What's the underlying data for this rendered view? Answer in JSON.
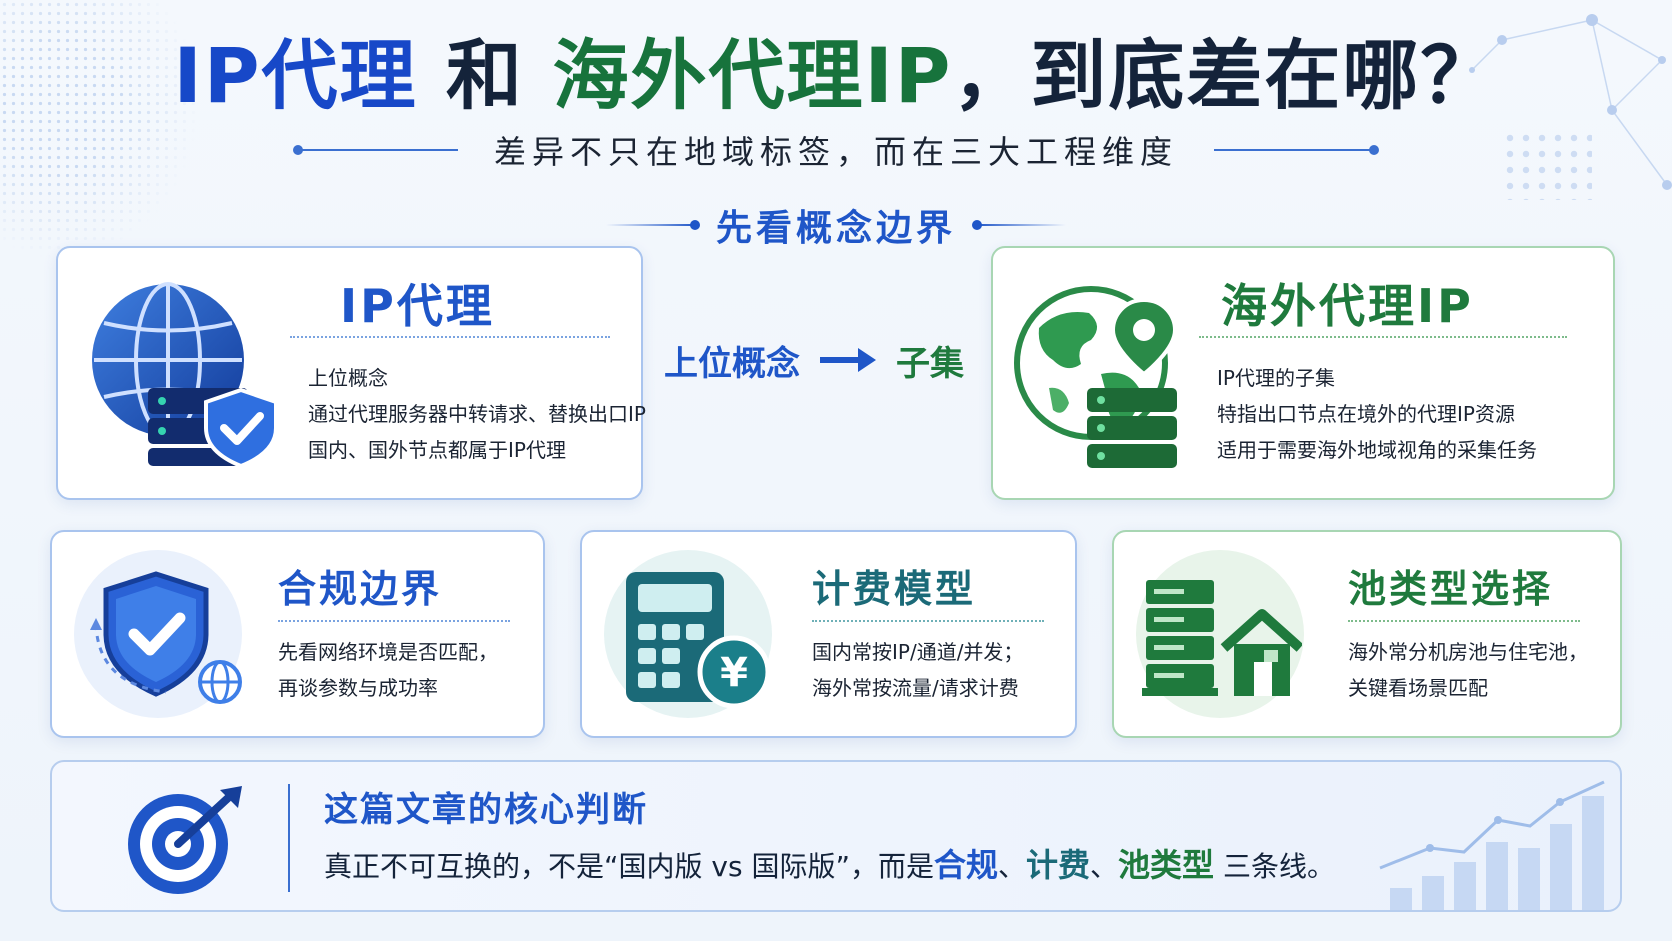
{
  "title": {
    "part1": "IP代理",
    "joiner": " 和 ",
    "part2": "海外代理IP",
    "part3": "，到底差在哪？"
  },
  "subtitle": "差异不只在地域标签，而在三大工程维度",
  "section_title": "先看概念边界",
  "relation": {
    "left": "上位概念",
    "arrow": "→",
    "right": "子集"
  },
  "card_ip": {
    "title": "IP代理",
    "lines": [
      "上位概念",
      "通过代理服务器中转请求、替换出口IP",
      "国内、国外节点都属于IP代理"
    ]
  },
  "card_overseas": {
    "title": "海外代理IP",
    "lines": [
      "IP代理的子集",
      "特指出口节点在境外的代理IP资源",
      "适用于需要海外地域视角的采集任务"
    ]
  },
  "card_compliance": {
    "title": "合规边界",
    "lines": [
      "先看网络环境是否匹配，",
      "再谈参数与成功率"
    ]
  },
  "card_billing": {
    "title": "计费模型",
    "lines": [
      "国内常按IP/通道/并发；",
      "海外常按流量/请求计费"
    ],
    "currency_symbol": "¥"
  },
  "card_pool": {
    "title": "池类型选择",
    "lines": [
      "海外常分机房池与住宅池，",
      "关键看场景匹配"
    ]
  },
  "banner": {
    "title": "这篇文章的核心判断",
    "text_prefix": "真正不可互换的，不是“国内版 vs 国际版”，而是",
    "k1": "合规",
    "sep1": "、",
    "k2": "计费",
    "sep2": "、",
    "k3": "池类型",
    "text_suffix": " 三条线。"
  },
  "colors": {
    "blue": "#1f56c8",
    "green": "#1f7a3d",
    "teal": "#1b6a78",
    "dark": "#14233a"
  },
  "icons": {
    "card_ip": "globe-server-shield-icon",
    "card_overseas": "globe-location-server-icon",
    "card_compliance": "shield-check-icon",
    "card_billing": "calculator-yen-icon",
    "card_pool": "server-house-icon",
    "banner": "target-arrow-icon"
  }
}
